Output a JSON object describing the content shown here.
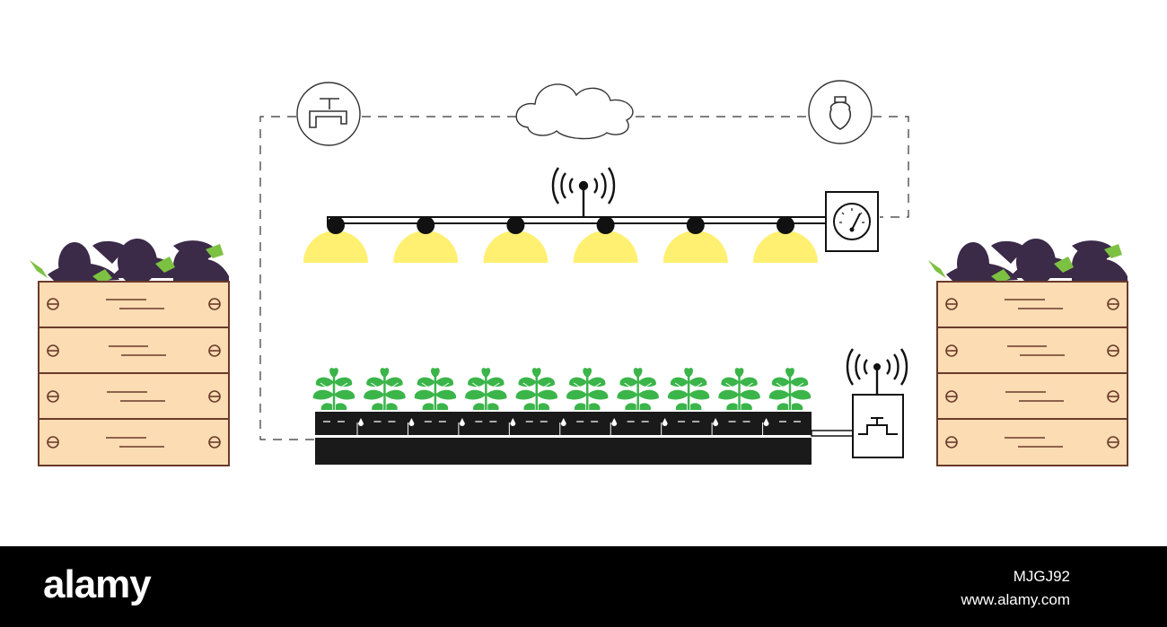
{
  "watermark": {
    "brand": "alamy",
    "image_id": "MJGJ92",
    "site": "www.alamy.com"
  },
  "icons": [
    "water-tap-icon",
    "cloud-icon",
    "light-bulb-icon",
    "wifi-signal-icon",
    "gauge-icon",
    "valve-icon"
  ],
  "colors": {
    "lamp": "#fff071",
    "plant": "#3bb54a",
    "crate": "#fbdcb3",
    "crate_outline": "#6b3a2a",
    "eggplant": "#3b2a48",
    "stem": "#7cc142",
    "line": "#000000"
  },
  "lamps": {
    "count": 6
  },
  "plants": {
    "count": 10
  }
}
